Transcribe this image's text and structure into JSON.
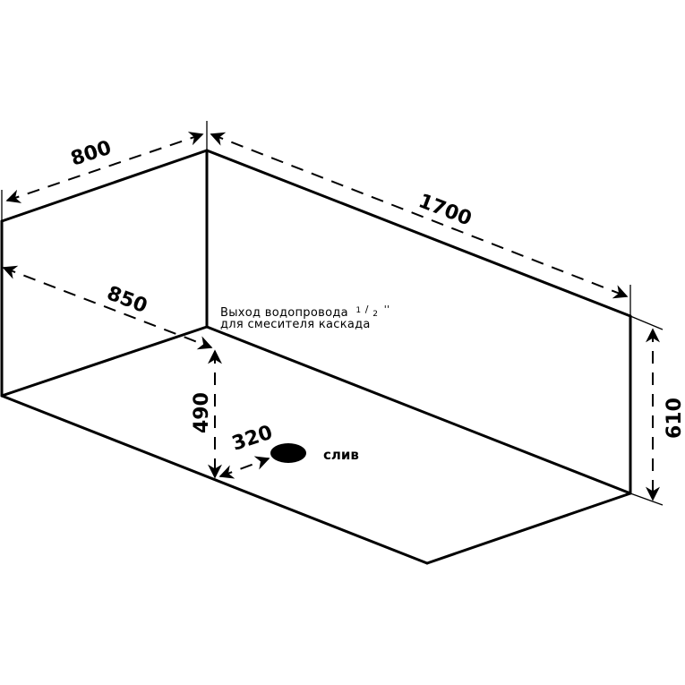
{
  "diagram": {
    "title": "Bathtub dimensional drawing (isometric)",
    "dimensions": {
      "width_top": "800",
      "length": "1700",
      "width_bottom": "850",
      "height_side": "610",
      "height_inlet": "490",
      "drain_offset": "320"
    },
    "annotations": {
      "inlet_line1": "Выход водопровода",
      "inlet_fraction_num": "1",
      "inlet_fraction_den": "2",
      "inlet_unit": "''",
      "inlet_line2": "для смесителя каскада",
      "drain_label": "слив"
    },
    "colors": {
      "line": "#000000",
      "background": "#ffffff",
      "drain_fill": "#000000"
    }
  }
}
